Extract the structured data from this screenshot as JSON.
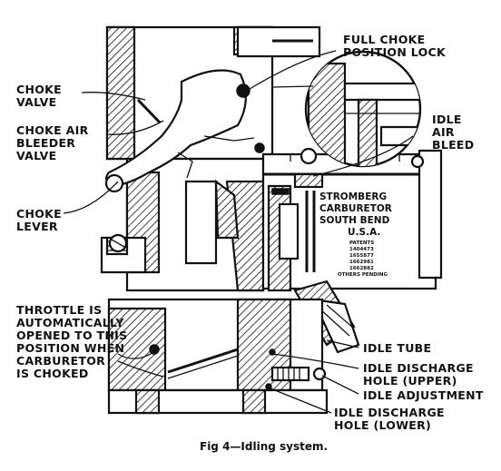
{
  "labels": {
    "full_choke_1": "FULL CHOKE",
    "full_choke_2": "POSITION LOCK",
    "choke_valve_1": "CHOKE",
    "choke_valve_2": "VALVE",
    "choke_air_1": "CHOKE AIR",
    "choke_air_2": "BLEEDER",
    "choke_air_3": "VALVE",
    "idle_air_1": "IDLE",
    "idle_air_2": "AIR",
    "idle_air_3": "BLEED",
    "choke_lever_1": "CHOKE",
    "choke_lever_2": "LEVER",
    "throttle_1": "THROTTLE IS",
    "throttle_2": "AUTOMATICALLY",
    "throttle_3": "OPENED TO THIS",
    "throttle_4": "POSITION WHEN",
    "throttle_5": "CARBURETOR",
    "throttle_6": "IS CHOKED",
    "idle_tube": "IDLE TUBE",
    "idle_upper_1": "IDLE DISCHARGE",
    "idle_upper_2": "HOLE (UPPER)",
    "idle_adjust": "IDLE ADJUSTMENT",
    "idle_lower_1": "IDLE DISCHARGE",
    "idle_lower_2": "HOLE (LOWER)"
  },
  "plate": {
    "line1": "STROMBERG",
    "line2": "CARBURETOR",
    "line3": "SOUTH BEND",
    "line4": "U.S.A.",
    "line5": "PATENTS",
    "line6": "1404473",
    "line7": "1655877",
    "line8": "1662981",
    "line9": "1662882",
    "line10": "OTHERS PENDING"
  },
  "caption": "Fig 4—Idling system."
}
